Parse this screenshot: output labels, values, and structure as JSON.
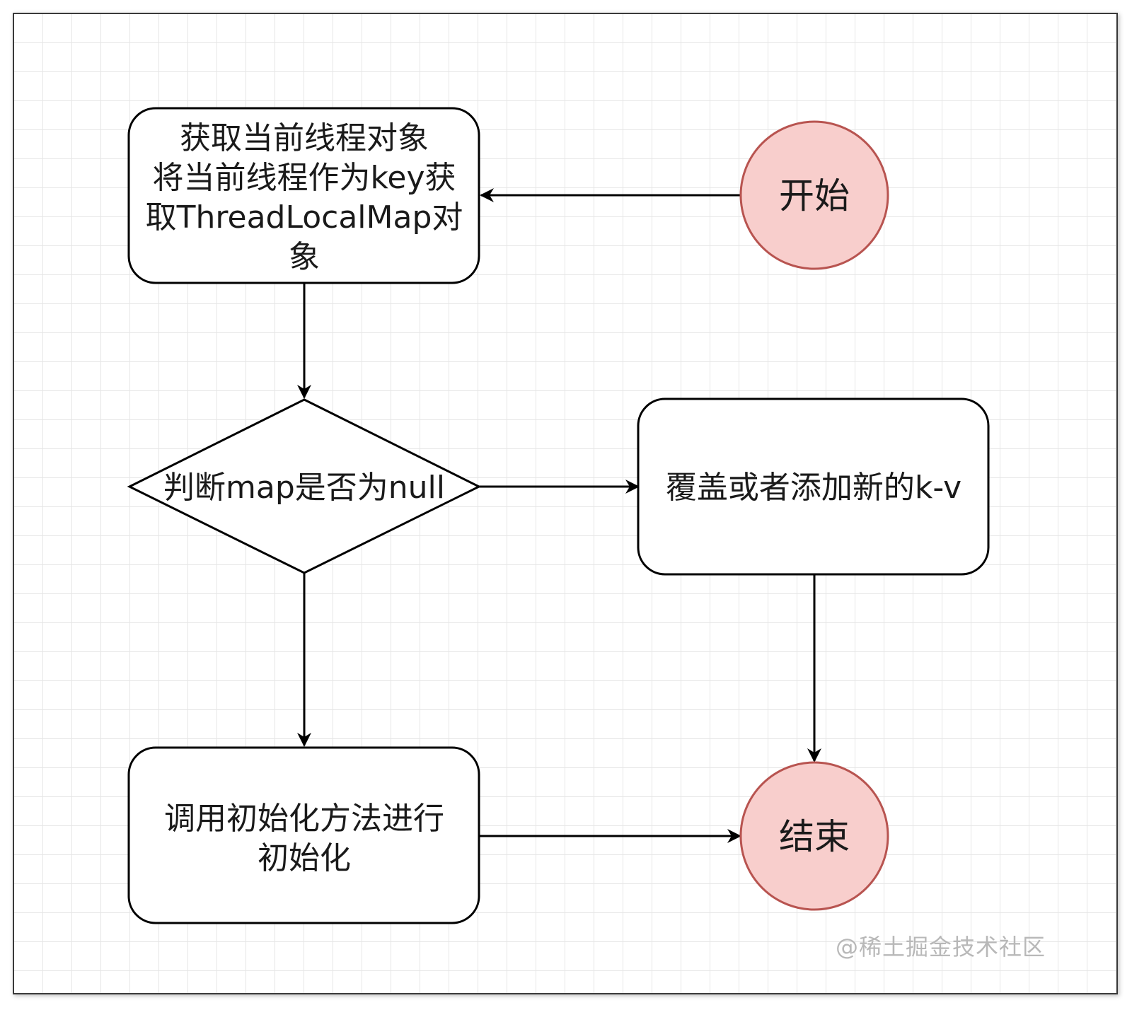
{
  "diagram": {
    "nodes": {
      "start": {
        "label": "开始",
        "shape": "circle",
        "fill": "#f8cecc",
        "stroke": "#b85450"
      },
      "get_map": {
        "shape": "rounded-rect",
        "lines": [
          "获取当前线程对象",
          "将当前线程作为key获",
          "取ThreadLocalMap对",
          "象"
        ]
      },
      "check_null": {
        "label": "判断map是否为null",
        "shape": "diamond"
      },
      "put_kv": {
        "label": "覆盖或者添加新的k-v",
        "shape": "rounded-rect"
      },
      "init": {
        "shape": "rounded-rect",
        "lines": [
          "调用初始化方法进行",
          "初始化"
        ]
      },
      "end": {
        "label": "结束",
        "shape": "circle",
        "fill": "#f8cecc",
        "stroke": "#b85450"
      }
    },
    "edges": [
      {
        "from": "start",
        "to": "get_map"
      },
      {
        "from": "get_map",
        "to": "check_null"
      },
      {
        "from": "check_null",
        "to": "put_kv"
      },
      {
        "from": "check_null",
        "to": "init"
      },
      {
        "from": "put_kv",
        "to": "end"
      },
      {
        "from": "init",
        "to": "end"
      }
    ]
  },
  "watermark": "@稀土掘金技术社区"
}
